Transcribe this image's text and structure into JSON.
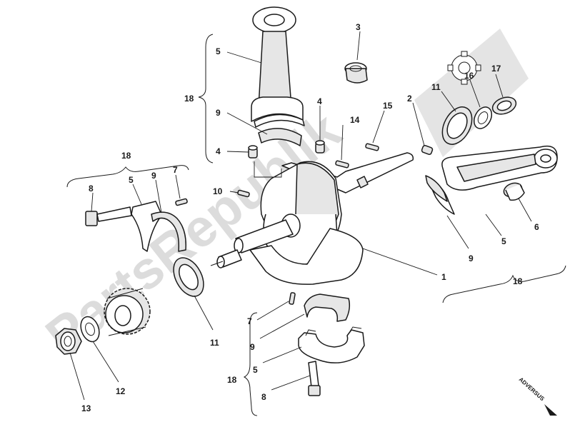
{
  "watermark": {
    "text": "PartsRepublik"
  },
  "brand_mark": {
    "text": "ADVERSUS"
  },
  "callouts": {
    "n1": "1",
    "n2": "2",
    "n3": "3",
    "n4a": "4",
    "n4b": "4",
    "n5a": "5",
    "n5b": "5",
    "n5c": "5",
    "n5d": "5",
    "n6": "6",
    "n7a": "7",
    "n7b": "7",
    "n8a": "8",
    "n8b": "8",
    "n9a": "9",
    "n9b": "9",
    "n9c": "9",
    "n9d": "9",
    "n10": "10",
    "n11a": "11",
    "n11b": "11",
    "n12": "12",
    "n13": "13",
    "n14": "14",
    "n15": "15",
    "n16": "16",
    "n17": "17",
    "n18a": "18",
    "n18b": "18",
    "n18c": "18",
    "n18d": "18"
  },
  "colors": {
    "line": "#1a1a1a",
    "watermark": "#dcdcdc",
    "part_fill": "#ffffff",
    "shade": "#e6e6e6"
  }
}
